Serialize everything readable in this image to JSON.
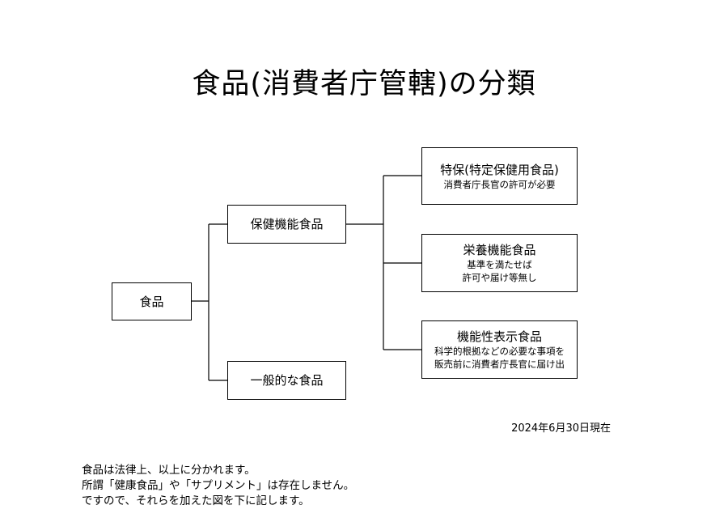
{
  "title": "食品(消費者庁管轄)の分類",
  "nodes": {
    "root": {
      "label": "食品"
    },
    "health": {
      "label": "保健機能食品"
    },
    "general": {
      "label": "一般的な食品"
    },
    "tokuho": {
      "label": "特保(特定保健用食品)",
      "note": "消費者庁長官の許可が必要"
    },
    "nutrient": {
      "label": "栄養機能食品",
      "note_line1": "基準を満たせば",
      "note_line2": "許可や届け等無し"
    },
    "functional": {
      "label": "機能性表示食品",
      "note_line1": "科学的根拠などの必要な事項を",
      "note_line2": "販売前に消費者庁長官に届け出"
    }
  },
  "date": "2024年6月30日現在",
  "notes": [
    "食品は法律上、以上に分かれます。",
    "所謂「健康食品」や「サプリメント」は存在しません。",
    "ですので、それらを加えた図を下に記します。"
  ]
}
